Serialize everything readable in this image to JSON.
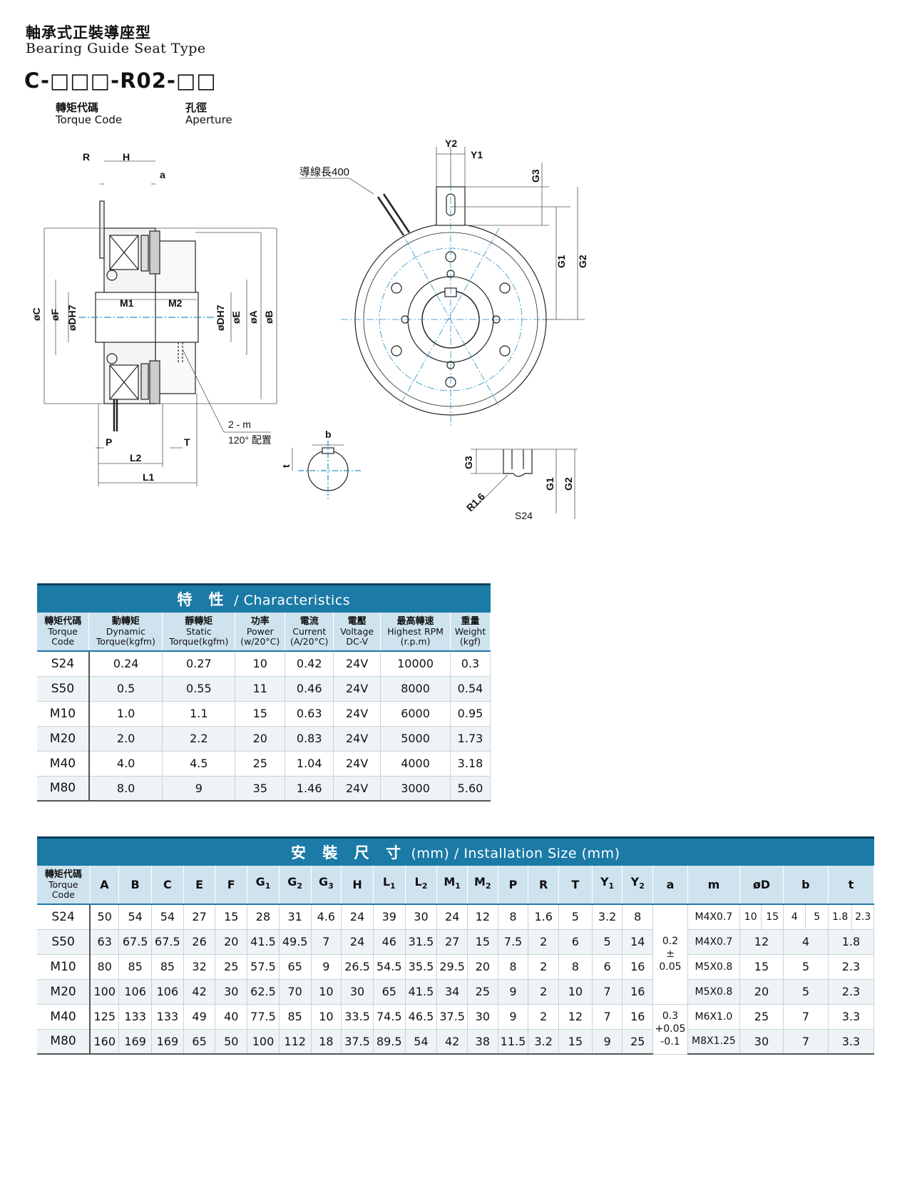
{
  "header": {
    "title_zh": "軸承式正裝導座型",
    "title_en": "Bearing Guide Seat Type",
    "model_code": "C-□□□-R02-□□",
    "torque_code_zh": "轉矩代碼",
    "torque_code_en": "Torque Code",
    "aperture_zh": "孔徑",
    "aperture_en": "Aperture"
  },
  "drawing": {
    "side_labels": [
      "R",
      "H",
      "a",
      "M1",
      "M2",
      "P",
      "T",
      "L2",
      "L1",
      "øC",
      "øF",
      "øDH7",
      "øDH7",
      "øE",
      "øA",
      "øB"
    ],
    "hole_note_1": "2 - m",
    "hole_note_2": "120° 配置",
    "wire_note": "導線長400",
    "front_labels": [
      "Y2",
      "Y1",
      "G3",
      "G1",
      "G2"
    ],
    "keyway_labels": [
      "b",
      "t"
    ],
    "detail_labels": [
      "G3",
      "G1",
      "G2",
      "R1.6",
      "S24"
    ]
  },
  "characteristics": {
    "title_zh": "特 性",
    "title_en": "/ Characteristics",
    "headers": [
      {
        "zh": "轉矩代碼",
        "en1": "Torque",
        "en2": "Code"
      },
      {
        "zh": "動轉矩",
        "en1": "Dynamic",
        "en2": "Torque(kgfm)"
      },
      {
        "zh": "靜轉矩",
        "en1": "Static",
        "en2": "Torque(kgfm)"
      },
      {
        "zh": "功率",
        "en1": "Power",
        "en2": "(w/20°C)"
      },
      {
        "zh": "電流",
        "en1": "Current",
        "en2": "(A/20°C)"
      },
      {
        "zh": "電壓",
        "en1": "Voltage",
        "en2": "DC-V"
      },
      {
        "zh": "最高轉速",
        "en1": "Highest RPM",
        "en2": "(r.p.m)"
      },
      {
        "zh": "重量",
        "en1": "Weight",
        "en2": "(kgf)"
      }
    ],
    "rows": [
      [
        "S24",
        "0.24",
        "0.27",
        "10",
        "0.42",
        "24V",
        "10000",
        "0.3"
      ],
      [
        "S50",
        "0.5",
        "0.55",
        "11",
        "0.46",
        "24V",
        "8000",
        "0.54"
      ],
      [
        "M10",
        "1.0",
        "1.1",
        "15",
        "0.63",
        "24V",
        "6000",
        "0.95"
      ],
      [
        "M20",
        "2.0",
        "2.2",
        "20",
        "0.83",
        "24V",
        "5000",
        "1.73"
      ],
      [
        "M40",
        "4.0",
        "4.5",
        "25",
        "1.04",
        "24V",
        "4000",
        "3.18"
      ],
      [
        "M80",
        "8.0",
        "9",
        "35",
        "1.46",
        "24V",
        "3000",
        "5.60"
      ]
    ]
  },
  "installation": {
    "title_zh": "安 裝 尺 寸",
    "title_en": "(mm) / Installation Size (mm)",
    "code_header": {
      "zh": "轉矩代碼",
      "en1": "Torque",
      "en2": "Code"
    },
    "headers": [
      "A",
      "B",
      "C",
      "E",
      "F",
      "G1",
      "G2",
      "G3",
      "H",
      "L1",
      "L2",
      "M1",
      "M2",
      "P",
      "R",
      "T",
      "Y1",
      "Y2",
      "a",
      "m",
      "øD",
      "b",
      "t"
    ],
    "rows": [
      [
        "S24",
        "50",
        "54",
        "54",
        "27",
        "15",
        "28",
        "31",
        "4.6",
        "24",
        "39",
        "30",
        "24",
        "12",
        "8",
        "1.6",
        "5",
        "3.2",
        "8"
      ],
      [
        "S50",
        "63",
        "67.5",
        "67.5",
        "26",
        "20",
        "41.5",
        "49.5",
        "7",
        "24",
        "46",
        "31.5",
        "27",
        "15",
        "7.5",
        "2",
        "6",
        "5",
        "14"
      ],
      [
        "M10",
        "80",
        "85",
        "85",
        "32",
        "25",
        "57.5",
        "65",
        "9",
        "26.5",
        "54.5",
        "35.5",
        "29.5",
        "20",
        "8",
        "2",
        "8",
        "6",
        "16"
      ],
      [
        "M20",
        "100",
        "106",
        "106",
        "42",
        "30",
        "62.5",
        "70",
        "10",
        "30",
        "65",
        "41.5",
        "34",
        "25",
        "9",
        "2",
        "10",
        "7",
        "16"
      ],
      [
        "M40",
        "125",
        "133",
        "133",
        "49",
        "40",
        "77.5",
        "85",
        "10",
        "33.5",
        "74.5",
        "46.5",
        "37.5",
        "30",
        "9",
        "2",
        "12",
        "7",
        "16"
      ],
      [
        "M80",
        "160",
        "169",
        "169",
        "65",
        "50",
        "100",
        "112",
        "18",
        "37.5",
        "89.5",
        "54",
        "42",
        "38",
        "11.5",
        "3.2",
        "15",
        "9",
        "25"
      ]
    ],
    "a_group1": [
      "0.2",
      "±",
      "0.05"
    ],
    "a_group2": [
      "0.3",
      "+0.05",
      "-0.1"
    ],
    "m": [
      "M4X0.7",
      "M4X0.7",
      "M5X0.8",
      "M5X0.8",
      "M6X1.0",
      "M8X1.25"
    ],
    "s24_D": [
      "10",
      "15"
    ],
    "s24_b": [
      "4",
      "5"
    ],
    "s24_t": [
      "1.8",
      "2.3"
    ],
    "D": [
      "12",
      "15",
      "20",
      "25",
      "30"
    ],
    "b": [
      "4",
      "5",
      "5",
      "7",
      "7"
    ],
    "t": [
      "1.8",
      "2.3",
      "2.3",
      "3.3",
      "3.3"
    ]
  }
}
